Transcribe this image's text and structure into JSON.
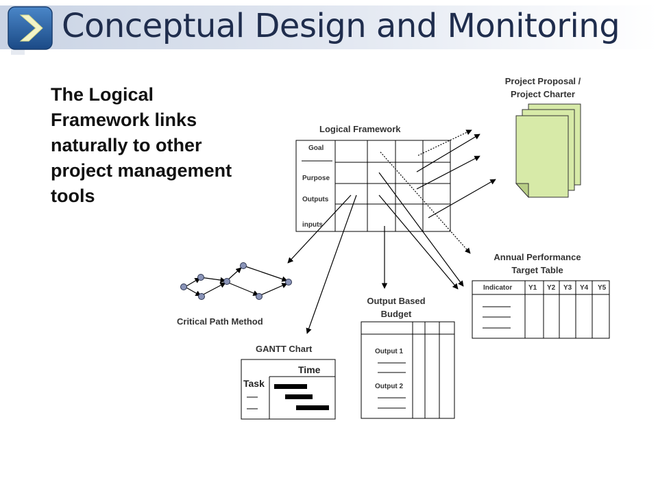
{
  "slide": {
    "title": "Conceptual Design and Monitoring",
    "intro": "The Logical Framework links naturally to other project management tools"
  },
  "logframe": {
    "title": "Logical Framework",
    "rows": [
      "Goal",
      "Purpose",
      "Outputs",
      "inputs"
    ]
  },
  "proposal": {
    "title_line1": "Project Proposal /",
    "title_line2": "Project Charter"
  },
  "performance": {
    "title_line1": "Annual Performance",
    "title_line2": "Target Table",
    "headers": [
      "Indicator",
      "Y1",
      "Y2",
      "Y3",
      "Y4",
      "Y5"
    ]
  },
  "budget": {
    "title_line1": "Output Based",
    "title_line2": "Budget",
    "rows": [
      "Output 1",
      "Output 2"
    ]
  },
  "cpm": {
    "title": "Critical Path Method"
  },
  "gantt": {
    "title": "GANTT Chart",
    "time_label": "Time",
    "task_label": "Task"
  },
  "colors": {
    "title": "#1f2d4d",
    "chevron": "#2b64a8",
    "node": "#8a94b8",
    "paper": "#d7eaa8"
  }
}
